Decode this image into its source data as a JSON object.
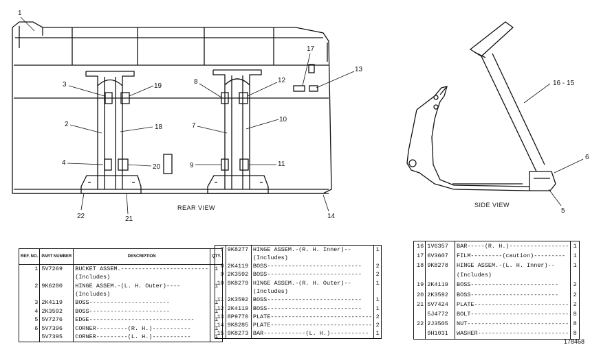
{
  "callouts_rear": {
    "c1": "1",
    "c3": "3",
    "c19": "19",
    "c17": "17",
    "c13": "13",
    "c8": "8",
    "c12": "12",
    "c2": "2",
    "c18": "18",
    "c7": "7",
    "c10": "10",
    "c4": "4",
    "c20": "20",
    "c9": "9",
    "c11": "11",
    "c22": "22",
    "c21": "21",
    "c14": "14"
  },
  "callouts_side": {
    "c1615": "16 - 15",
    "c6": "6",
    "c5": "5"
  },
  "views": {
    "rear": "REAR VIEW",
    "side": "SIDE VIEW"
  },
  "table_headers": {
    "ref": "REF. NO.",
    "part": "PART NUMBER",
    "description": "DESCRIPTION",
    "qty": "QTY."
  },
  "parts_table_1": [
    {
      "ref": "1",
      "part": "5V7269",
      "desc": "BUCKET ASSEM.-------------------------",
      "qty": "1"
    },
    {
      "ref": "",
      "part": "",
      "desc": "   (Includes)",
      "qty": ""
    },
    {
      "ref": "2",
      "part": "9K6280",
      "desc": "   HINGE ASSEM.-(L. H. Outer)----",
      "qty": "1"
    },
    {
      "ref": "",
      "part": "",
      "desc": "      (Includes)",
      "qty": ""
    },
    {
      "ref": "3",
      "part": "2K4119",
      "desc": "      BOSS-----------------------",
      "qty": "1"
    },
    {
      "ref": "4",
      "part": "2K3592",
      "desc": "      BOSS-----------------------",
      "qty": "1"
    },
    {
      "ref": "5",
      "part": "5V7276",
      "desc": "   EDGE------------------------------",
      "qty": "1"
    },
    {
      "ref": "6",
      "part": "5V7396",
      "desc": "   CORNER---------(R. H.)-----------",
      "qty": "1"
    },
    {
      "ref": "",
      "part": "5V7395",
      "desc": "   CORNER---------(L. H.)-----------",
      "qty": "1"
    }
  ],
  "parts_table_2": [
    {
      "ref": "7",
      "part": "9K8277",
      "desc": "HINGE ASSEM.-(R. H. Inner)--",
      "qty": "1"
    },
    {
      "ref": "",
      "part": "",
      "desc": "   (Includes)",
      "qty": ""
    },
    {
      "ref": "8",
      "part": "2K4119",
      "desc": "   BOSS---------------------------",
      "qty": "2"
    },
    {
      "ref": "9",
      "part": "2K3592",
      "desc": "   BOSS---------------------------",
      "qty": "2"
    },
    {
      "ref": "10",
      "part": "9K8279",
      "desc": "HINGE ASSEM.-(R. H. Outer)--",
      "qty": "1"
    },
    {
      "ref": "",
      "part": "",
      "desc": "   (Includes)",
      "qty": ""
    },
    {
      "ref": "11",
      "part": "2K3592",
      "desc": "   BOSS---------------------------",
      "qty": "1"
    },
    {
      "ref": "12",
      "part": "2K4119",
      "desc": "   BOSS---------------------------",
      "qty": "1"
    },
    {
      "ref": "13",
      "part": "8P9770",
      "desc": "PLATE-----------------------------",
      "qty": "2"
    },
    {
      "ref": "14",
      "part": "9K8285",
      "desc": "PLATE-----------------------------",
      "qty": "2"
    },
    {
      "ref": "15",
      "part": "9K8273",
      "desc": "BAR------------(L. H.)-----------",
      "qty": "1"
    }
  ],
  "parts_table_3": [
    {
      "ref": "16",
      "part": "1V6357",
      "desc": "BAR-----(R. H.)-----------------",
      "qty": "1"
    },
    {
      "ref": "17",
      "part": "6V3607",
      "desc": "FILM---------(caution)---------",
      "qty": "1"
    },
    {
      "ref": "18",
      "part": "9K8278",
      "desc": "HINGE ASSEM.-(L. H. Inner)--",
      "qty": "1"
    },
    {
      "ref": "",
      "part": "",
      "desc": "   (Includes)",
      "qty": ""
    },
    {
      "ref": "19",
      "part": "2K4119",
      "desc": "   BOSS-------------------------",
      "qty": "2"
    },
    {
      "ref": "20",
      "part": "2K3592",
      "desc": "   BOSS-------------------------",
      "qty": "2"
    },
    {
      "ref": "21",
      "part": "5V7424",
      "desc": "PLATE---------------------------",
      "qty": "2"
    },
    {
      "ref": "",
      "part": "5J4772",
      "desc": "BOLT----------------------------",
      "qty": "8"
    },
    {
      "ref": "22",
      "part": "2J3505",
      "desc": "NUT-----------------------------",
      "qty": "8"
    },
    {
      "ref": "",
      "part": "9H1031",
      "desc": "WASHER--------------------------",
      "qty": "8"
    }
  ],
  "drawing_number": "178468"
}
